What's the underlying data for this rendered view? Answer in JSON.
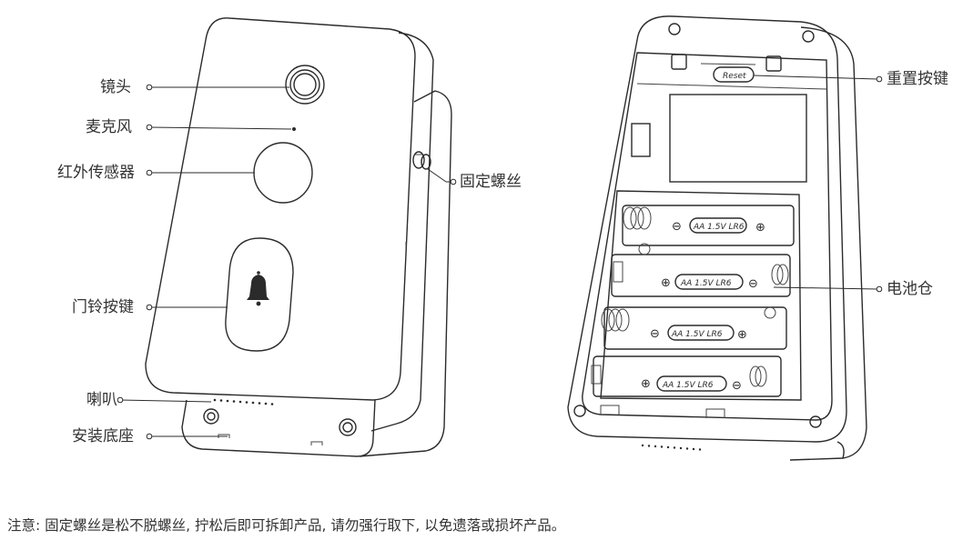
{
  "labels": {
    "lens": "镜头",
    "microphone": "麦克风",
    "ir_sensor": "红外传感器",
    "doorbell_button": "门铃按键",
    "speaker": "喇叭",
    "mounting_base": "安装底座",
    "fixing_screw": "固定螺丝",
    "reset_button": "重置按键",
    "battery_compartment": "电池仓"
  },
  "reset_text": "Reset",
  "battery_text": "AA 1.5V LR6",
  "battery_plus": "⊕",
  "battery_minus": "⊖",
  "note": "注意: 固定螺丝是松不脱螺丝, 拧松后即可拆卸产品, 请勿强行取下, 以免遗落或损坏产品。",
  "colors": {
    "line": "#2b2b2b",
    "text": "#333333",
    "background": "#ffffff"
  },
  "icons": {
    "doorbell": "bell-icon"
  }
}
